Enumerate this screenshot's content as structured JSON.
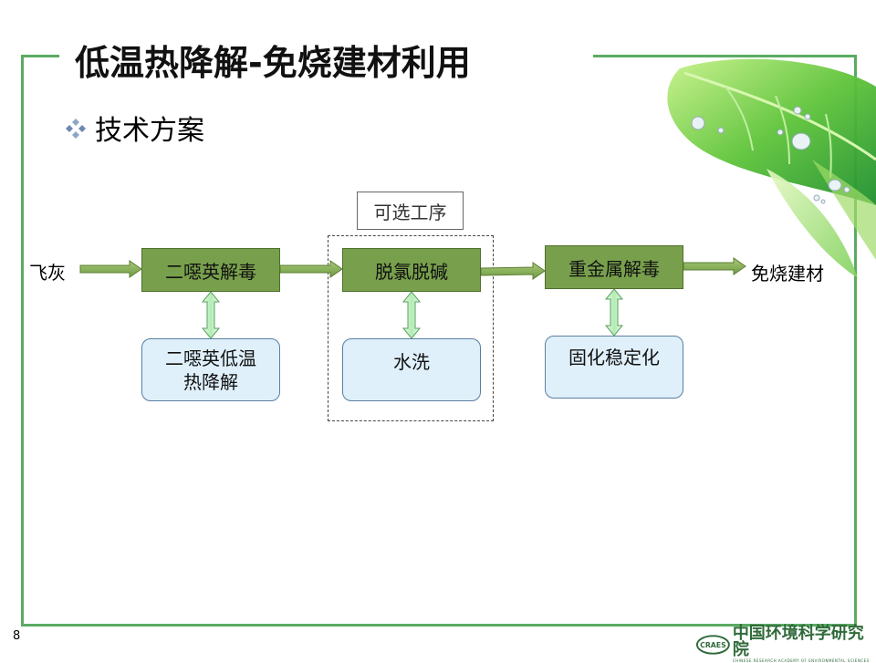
{
  "slide": {
    "title": "低温热降解-免烧建材利用",
    "bullet": "技术方案",
    "page_number": "8",
    "theme_color": "#5aab62"
  },
  "flow": {
    "input": "飞灰",
    "output": "免烧建材",
    "optional_label": "可选工序",
    "steps": [
      {
        "main": "二噁英解毒",
        "sub_lines": [
          "二噁英低温",
          "热降解"
        ]
      },
      {
        "main": "脱氯脱碱",
        "sub_lines": [
          "水洗"
        ]
      },
      {
        "main": "重金属解毒",
        "sub_lines": [
          "固化稳定化"
        ]
      }
    ],
    "colors": {
      "main_fill": "#78a04c",
      "sub_fill": "#dff0fb",
      "arrow": "#78a04c",
      "double_arrow": "#b7ecb8"
    }
  },
  "logo": {
    "abbr": "CRAES",
    "name": "中国环境科学研究院",
    "subtitle": "CHINESE RESEARCH ACADEMY OF ENVIRONMENTAL SCIENCES"
  }
}
